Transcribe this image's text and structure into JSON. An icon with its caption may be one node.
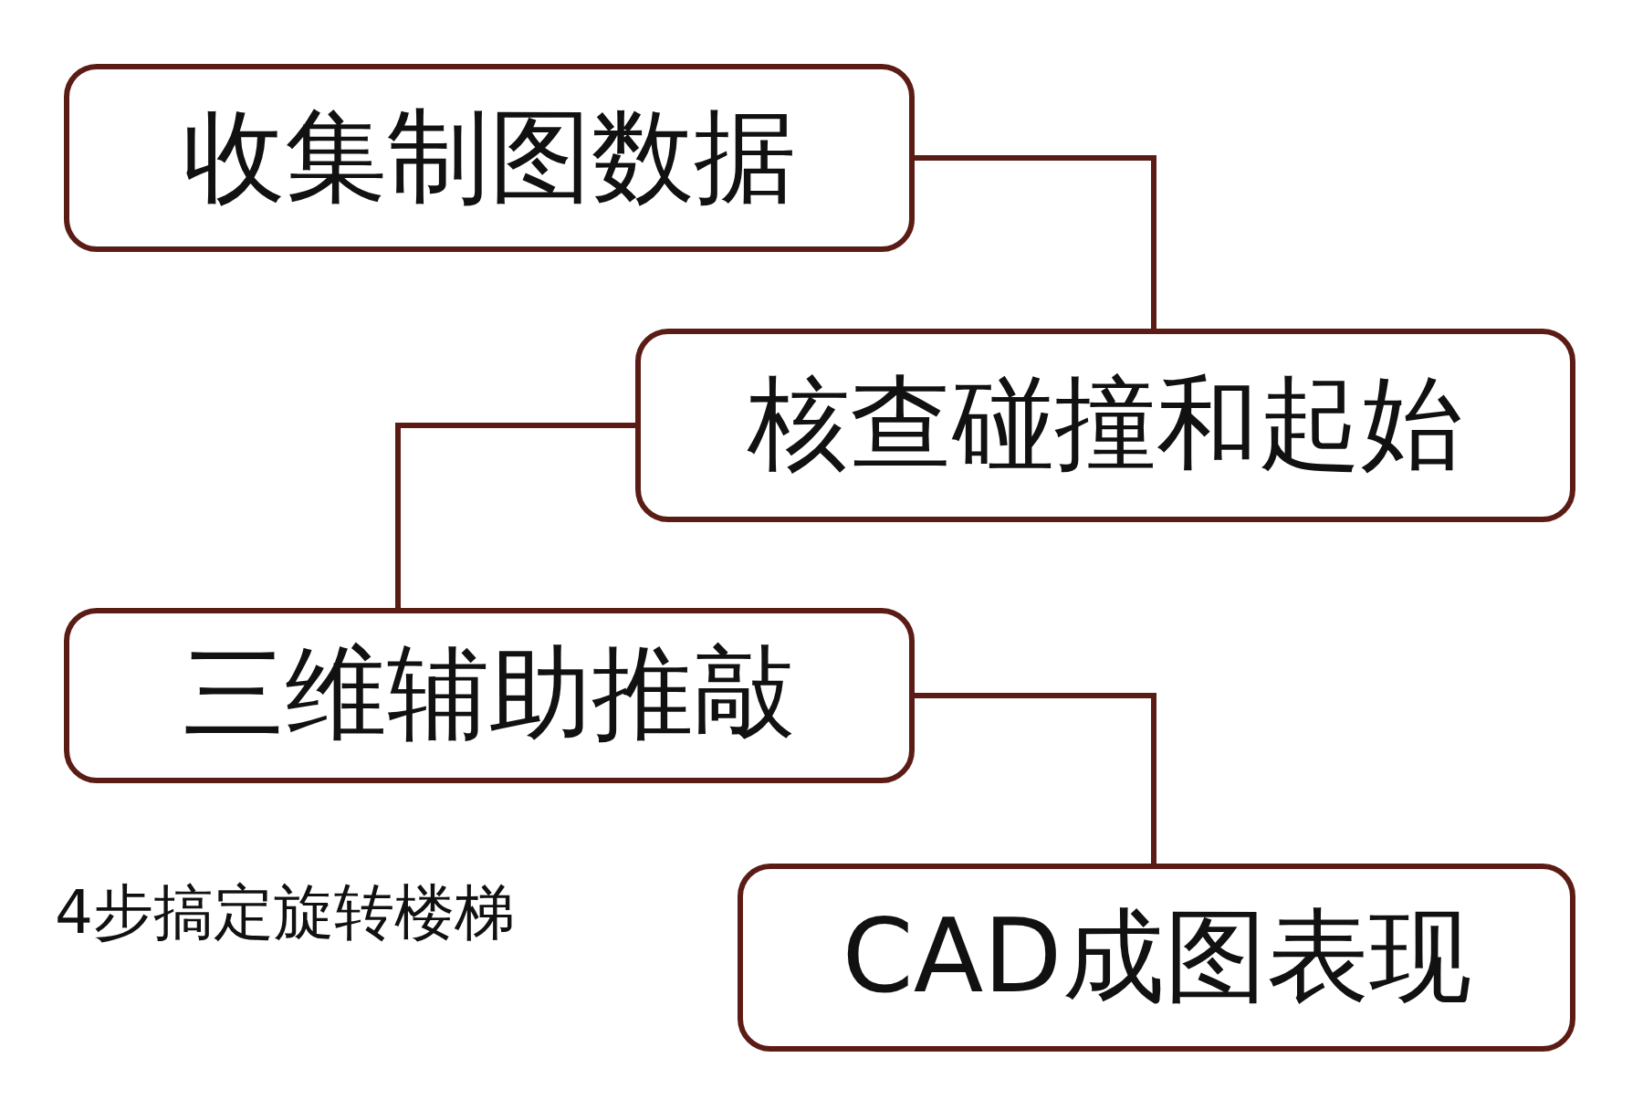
{
  "diagram": {
    "nodes": [
      {
        "text": [
          "收集制图数据"
        ]
      },
      {
        "text": [
          "核查碰撞和起始"
        ]
      },
      {
        "text": [
          "三维辅助推敲"
        ]
      },
      {
        "text": [
          "CAD成图表现"
        ]
      }
    ],
    "edges": [
      {
        "from": 0,
        "to": 1,
        "arrow": "none"
      },
      {
        "from": 1,
        "to": 2,
        "arrow": "none"
      },
      {
        "from": 2,
        "to": 3,
        "arrow": "none"
      }
    ],
    "labels": [
      "4步搞定旋转楼梯"
    ]
  }
}
